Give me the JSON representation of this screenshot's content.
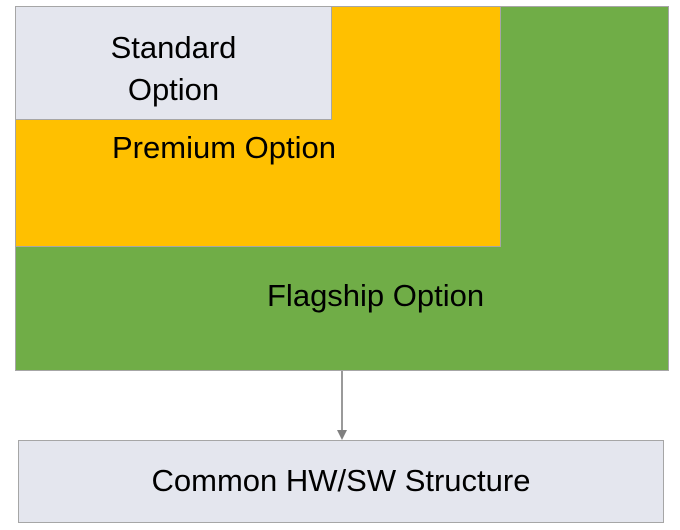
{
  "tiers": {
    "standard": {
      "label": "Standard Option",
      "color": "#e4e6ee"
    },
    "premium": {
      "label": "Premium Option",
      "color": "#ffc000"
    },
    "flagship": {
      "label": "Flagship Option",
      "color": "#70ad47"
    }
  },
  "common": {
    "label": "Common HW/SW Structure",
    "color": "#e4e6ee"
  },
  "connector": {
    "from": "flagship",
    "to": "common",
    "color": "#808080"
  }
}
